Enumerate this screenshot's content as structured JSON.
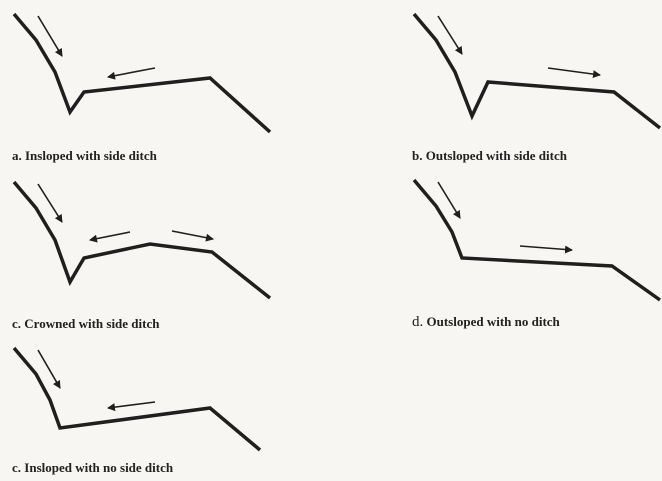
{
  "colors": {
    "line": "#1f1f1f",
    "background": "#f7f6f3"
  },
  "panels": [
    {
      "id": "a",
      "letter": "a.",
      "caption": "Insloped with side ditch"
    },
    {
      "id": "b",
      "letter": "b.",
      "caption": "Outsloped with side ditch"
    },
    {
      "id": "c",
      "letter": "c.",
      "caption": "Crowned with side ditch"
    },
    {
      "id": "d",
      "letter": "d.",
      "caption": "Outsloped with no ditch"
    },
    {
      "id": "e",
      "letter": "c.",
      "caption": "Insloped with no side ditch"
    }
  ]
}
